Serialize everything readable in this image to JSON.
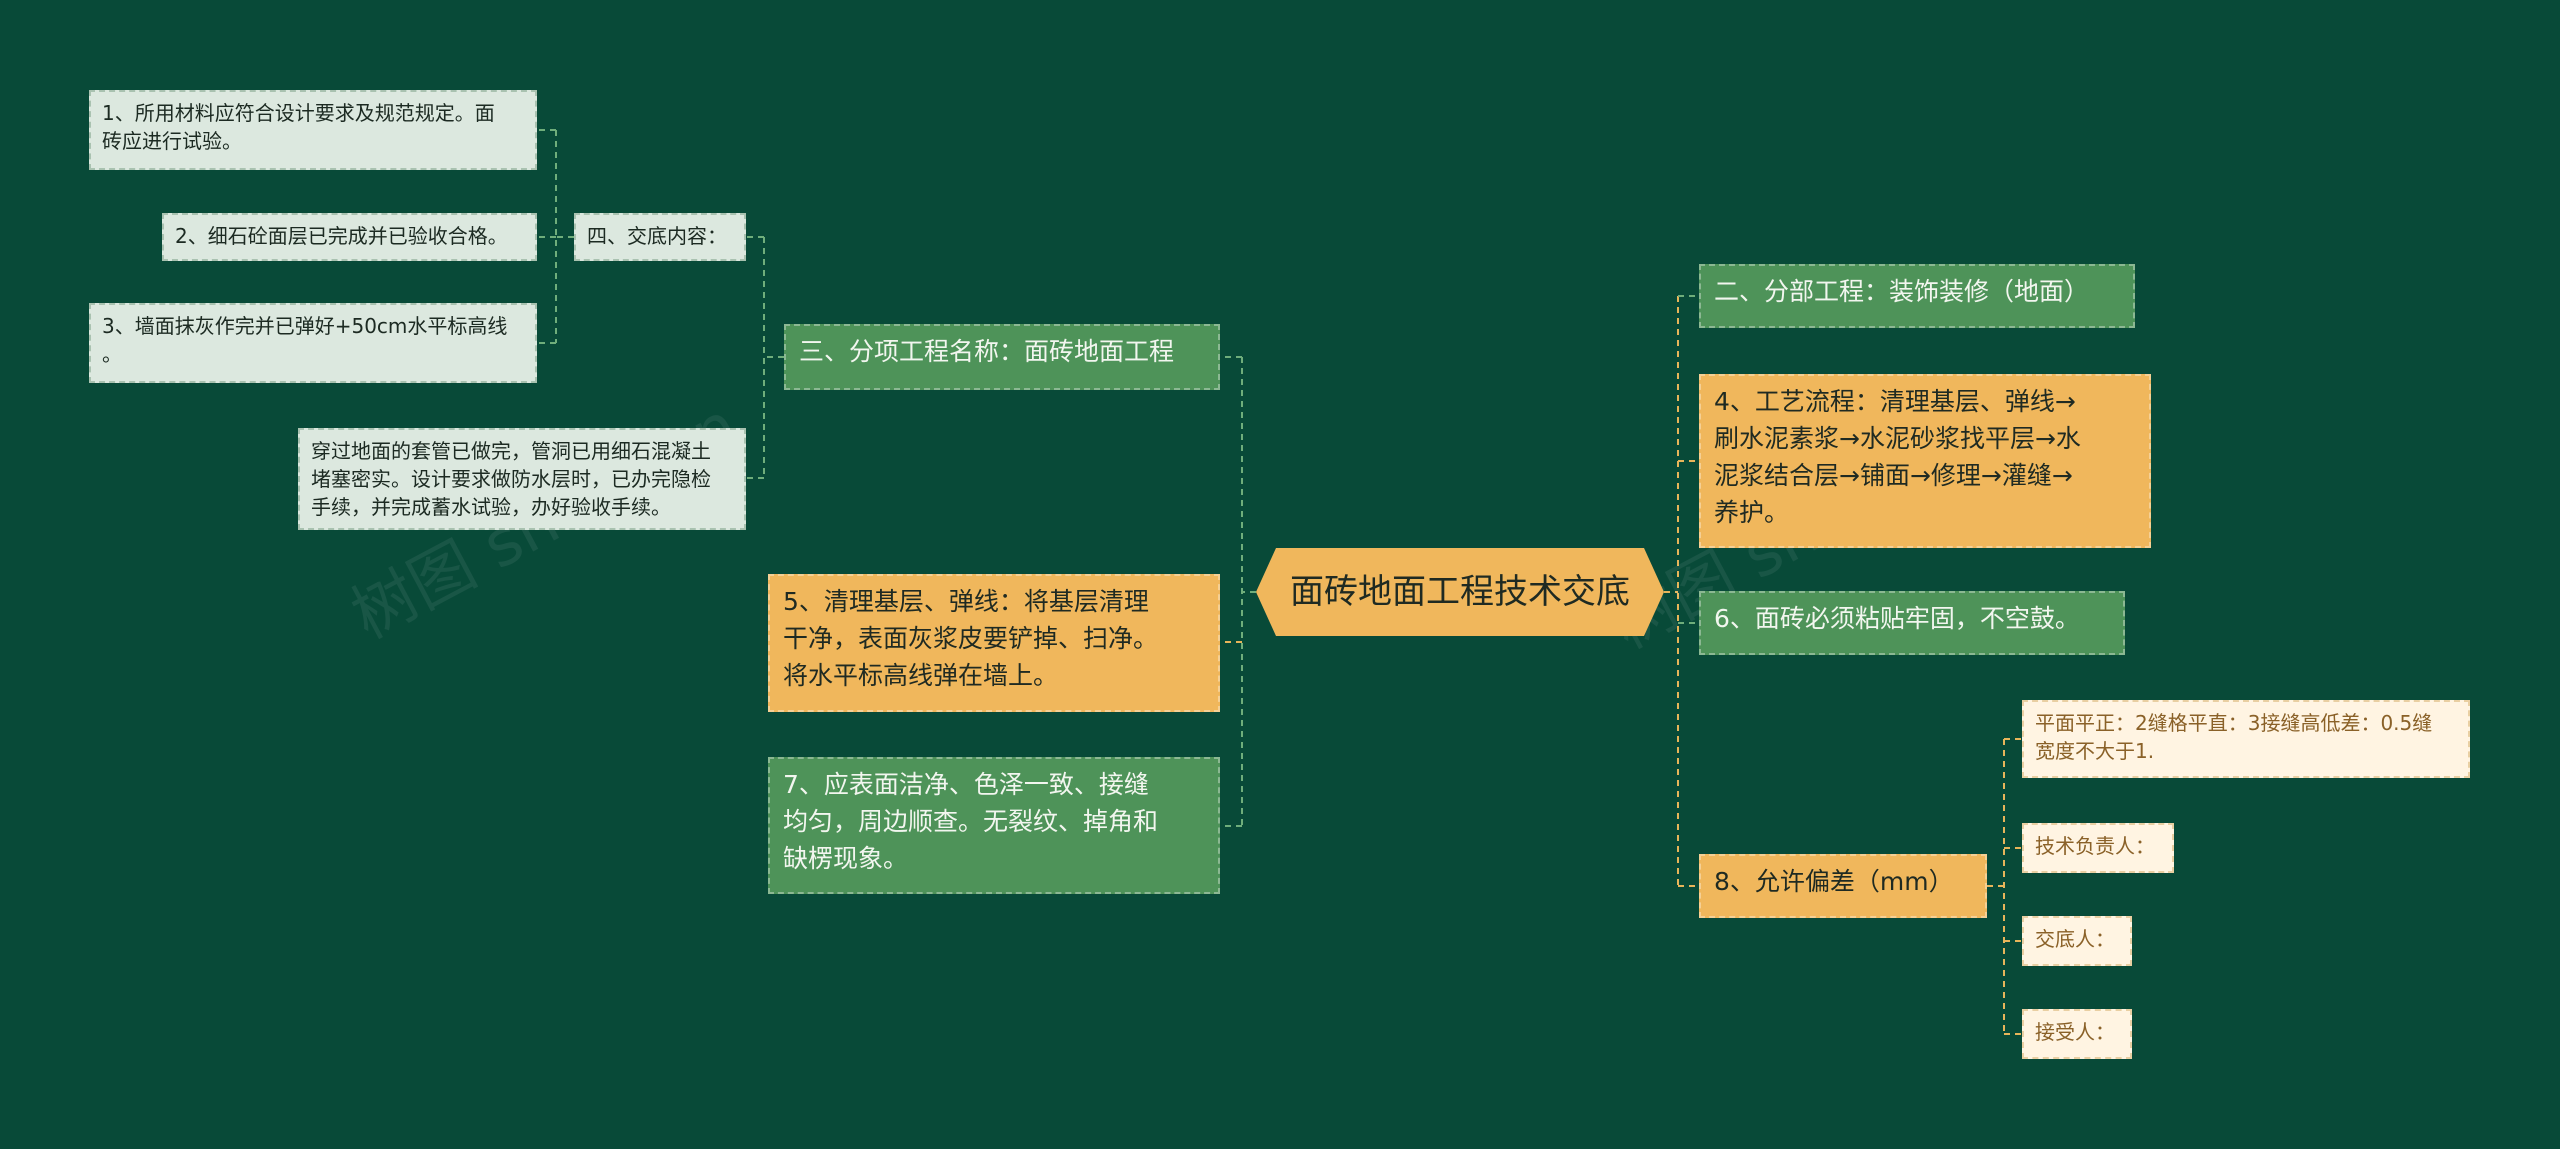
{
  "center": {
    "label": "面砖地面工程技术交底"
  },
  "left": {
    "item3": {
      "label": "三、分项工程名称：面砖地面工程"
    },
    "item4": {
      "label": "四、交底内容："
    },
    "leaf1": {
      "label": "1、所用材料应符合设计要求及规范规定。面\n砖应进行试验。"
    },
    "leaf2": {
      "label": "2、细石砼面层已完成并已验收合格。"
    },
    "leaf3": {
      "label": "3、墙面抹灰作完并已弹好+50cm水平标高线\n。"
    },
    "leaf_pipe": {
      "label": "穿过地面的套管已做完，管洞已用细石混凝土\n堵塞密实。设计要求做防水层时，已办完隐检\n手续，并完成蓄水试验，办好验收手续。"
    },
    "item5": {
      "label": "5、清理基层、弹线：将基层清理\n干净，表面灰浆皮要铲掉、扫净。\n将水平标高线弹在墙上。"
    },
    "item7": {
      "label": "7、应表面洁净、色泽一致、接缝\n均匀，周边顺查。无裂纹、掉角和\n缺楞现象。"
    }
  },
  "right": {
    "item2": {
      "label": "二、分部工程：装饰装修（地面）"
    },
    "item4flow": {
      "label": "4、工艺流程：清理基层、弹线→\n刷水泥素浆→水泥砂浆找平层→水\n泥浆结合层→铺面→修理→灌缝→\n养护。"
    },
    "item6": {
      "label": "6、面砖必须粘贴牢固，不空鼓。"
    },
    "item8": {
      "label": "8、允许偏差（mm）"
    },
    "sub_flat": {
      "label": "平面平正：2缝格平直：3接缝高低差：0.5缝\n宽度不大于1."
    },
    "sub_tech": {
      "label": "技术负责人："
    },
    "sub_handover": {
      "label": "交底人："
    },
    "sub_receiver": {
      "label": "接受人："
    }
  },
  "watermark": {
    "text": "树图 shutu.cn"
  },
  "colors": {
    "background": "#084a38",
    "green_node": "#4e9359",
    "orange_node": "#f0b75c",
    "pale_node": "#dce8df",
    "cream_node": "#fff4e2",
    "line": "#6fae7b",
    "line_orange": "#e8b55a"
  }
}
